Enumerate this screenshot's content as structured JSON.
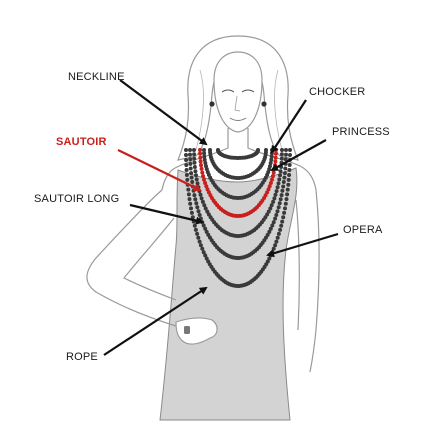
{
  "labels": {
    "neckline": "NECKLINE",
    "sautoir": "SAUTOIR",
    "sautoir_long": "SAUTOIR LONG",
    "rope": "ROPE",
    "chocker": "CHOCKER",
    "princess": "PRINCESS",
    "opera": "OPERA"
  },
  "colors": {
    "outline": "#9a9a9a",
    "dress": "#d0d0d0",
    "beads": "#3a3a3a",
    "highlight": "#c8211d",
    "arrow": "#111111"
  }
}
